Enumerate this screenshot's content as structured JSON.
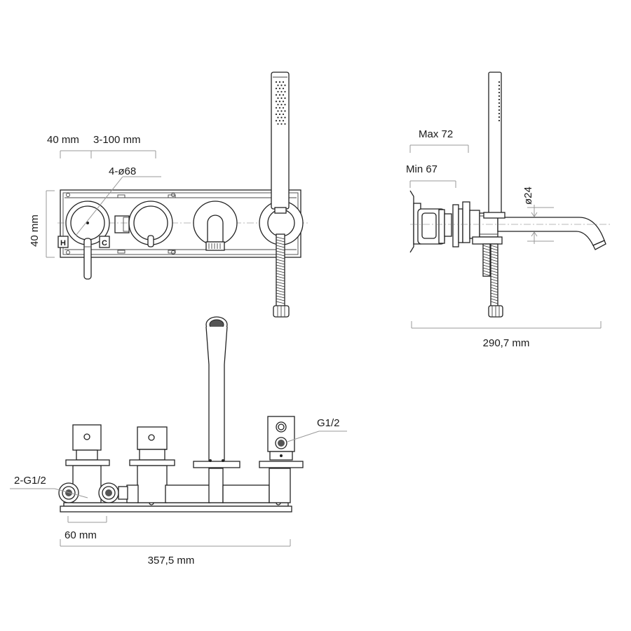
{
  "front_view": {
    "dim_left": "40 mm",
    "dim_spacing": "3-100 mm",
    "dim_height": "40 mm",
    "dim_diameter": "4-ø68",
    "label_hot": "H",
    "label_cold": "C"
  },
  "side_view": {
    "dim_max": "Max 72",
    "dim_min": "Min 67",
    "dim_spout_diameter": "ø24",
    "dim_length": "290,7 mm"
  },
  "top_view": {
    "dim_thread_right": "G1/2",
    "dim_thread_left": "2-G1/2",
    "dim_spacing": "60 mm",
    "dim_total": "357,5 mm"
  }
}
